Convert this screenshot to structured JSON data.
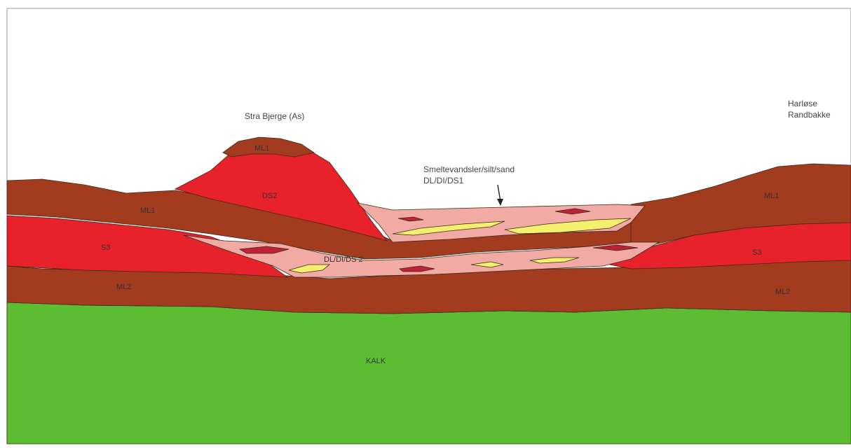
{
  "colors": {
    "moraine_clay": "#a33b1f",
    "sand_gravel": "#e8222a",
    "meltwater": "#f2aaa4",
    "sand_lens": "#f5ef6e",
    "limestone": "#5cbd33",
    "outline": "#3a2a1a",
    "lens_dark": "#c0203a"
  },
  "titles": {
    "left_hill": "Stra Bjerge (As)",
    "right_line1": "Harløse",
    "right_line2": "Randbakke",
    "meltwater_line1": "Smeltevandsler/silt/sand",
    "meltwater_line2": "DL/DI/DS1"
  },
  "layers": {
    "ml1_top_hill": "ML1",
    "ds2": "DS2",
    "ml1_left": "ML1",
    "s3_left": "S3",
    "ml2_left": "ML2",
    "dl_ds2": "DL/DI/DS 2",
    "ml1_right": "ML1",
    "s3_right": "S3",
    "ml2_right": "ML2",
    "kalk": "KALK"
  },
  "icons": {
    "arrow": "down-arrow-icon"
  }
}
